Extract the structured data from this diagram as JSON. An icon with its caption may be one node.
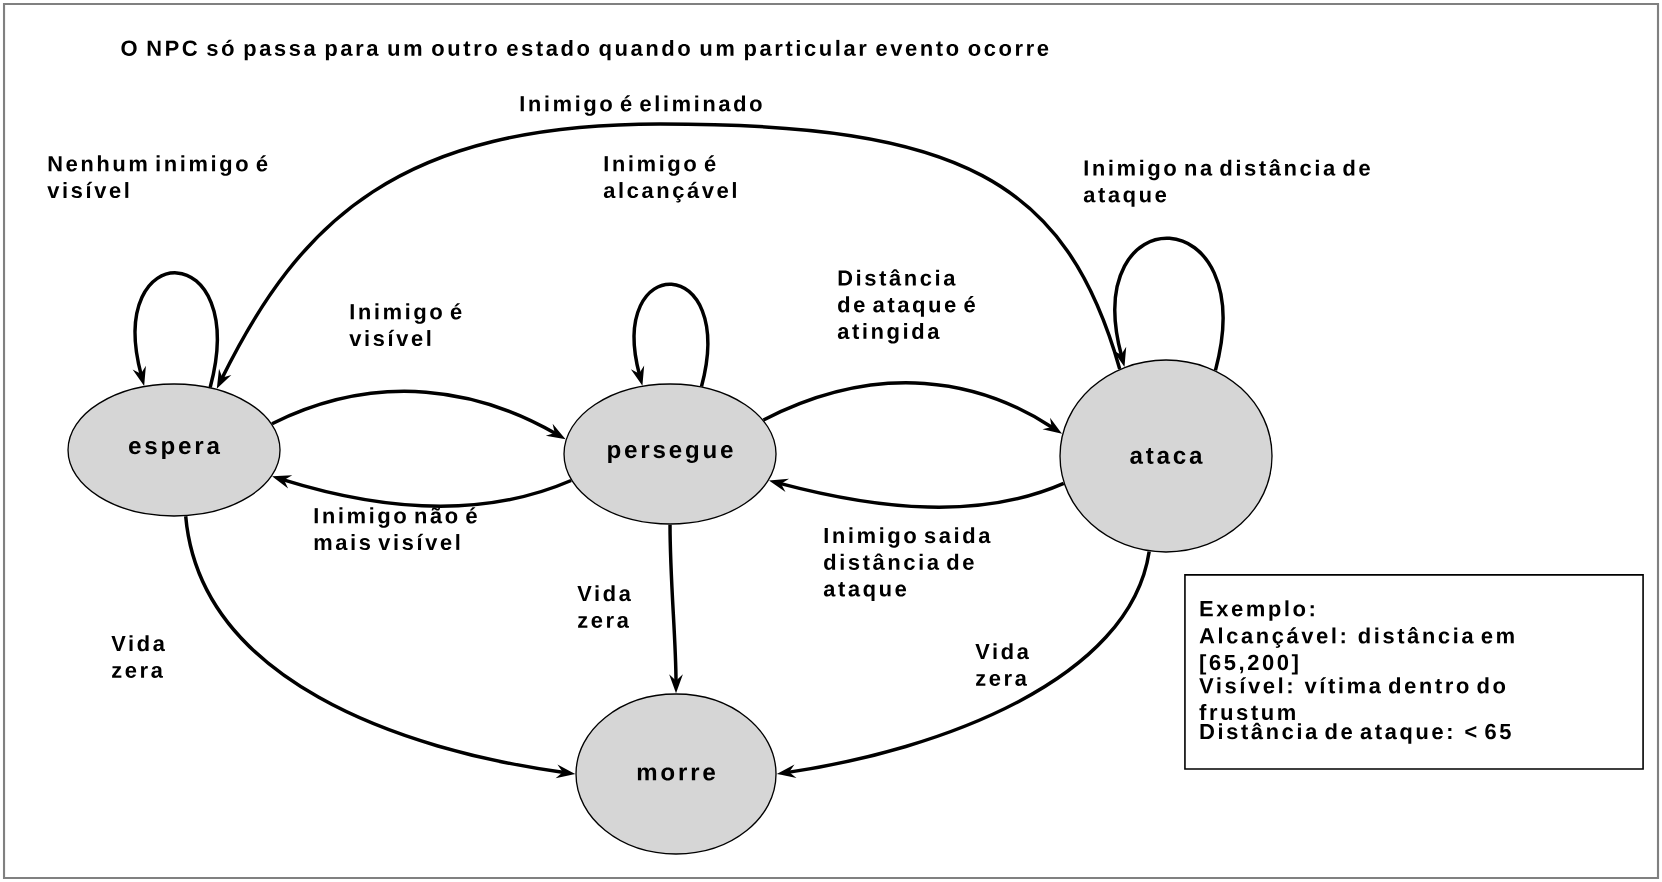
{
  "diagram": {
    "title": "O NPC só passa para um outro estado quando um particular evento ocorre",
    "nodes": [
      {
        "text": [
          "espera"
        ]
      },
      {
        "text": [
          "persegue"
        ]
      },
      {
        "text": [
          "ataca"
        ]
      },
      {
        "text": [
          "morre"
        ]
      },
      {
        "text": [
          "Exemplo:",
          "Alcançável: distância em [65,200]",
          "Visível: vítima dentro do frustum",
          "Distância de ataque: < 65"
        ]
      }
    ],
    "edges": [
      {
        "from": 0,
        "to": 0,
        "arrow": "to",
        "label": "Nenhum inimigo é visível"
      },
      {
        "from": 0,
        "to": 1,
        "arrow": "to",
        "label": "Inimigo é visível"
      },
      {
        "from": 1,
        "to": 0,
        "arrow": "to",
        "label": "Inimigo não é mais visível"
      },
      {
        "from": 1,
        "to": 1,
        "arrow": "to",
        "label": "Inimigo é alcançável"
      },
      {
        "from": 1,
        "to": 2,
        "arrow": "to",
        "label": "Distância de ataque é atingida"
      },
      {
        "from": 2,
        "to": 1,
        "arrow": "to",
        "label": "Inimigo saida distância de ataque"
      },
      {
        "from": 2,
        "to": 2,
        "arrow": "to",
        "label": "Inimigo na distância de ataque"
      },
      {
        "from": 2,
        "to": 0,
        "arrow": "to",
        "label": "Inimigo é eliminado"
      },
      {
        "from": 0,
        "to": 3,
        "arrow": "to",
        "label": "Vida zera"
      },
      {
        "from": 1,
        "to": 3,
        "arrow": "to",
        "label": "Vida zera"
      },
      {
        "from": 2,
        "to": 3,
        "arrow": "to",
        "label": "Vida zera"
      }
    ]
  }
}
